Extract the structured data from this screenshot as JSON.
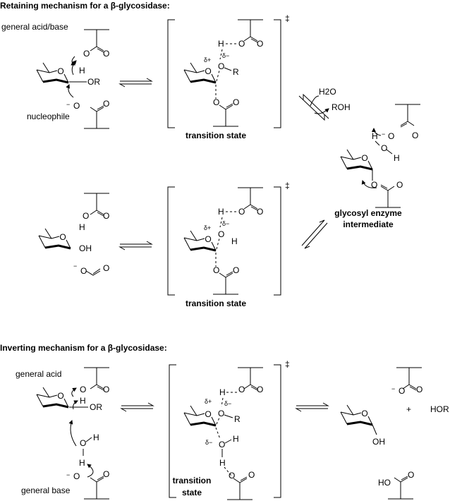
{
  "retaining": {
    "title": "Retaining mechanism for a β-glycosidase:",
    "general_acid_base": "general acid/base",
    "nucleophile": "nucleophile",
    "transition_state": "transition state",
    "water": "H2O",
    "roh": "ROH",
    "intermediate_line1": "glycosyl enzyme",
    "intermediate_line2": "intermediate"
  },
  "inverting": {
    "title": "Inverting mechanism for a β-glycosidase:",
    "general_acid": "general acid",
    "general_base": "general base",
    "transition_state_line1": "transition",
    "transition_state_line2": "state",
    "plus": "+",
    "hor": "HOR"
  },
  "atoms": {
    "O": "O",
    "H": "H",
    "R": "R",
    "OR": "OR",
    "OH": "OH",
    "HO": "HO",
    "minus": "−",
    "d_plus": "δ+",
    "d_minus": "δ−",
    "dagger": "‡"
  }
}
